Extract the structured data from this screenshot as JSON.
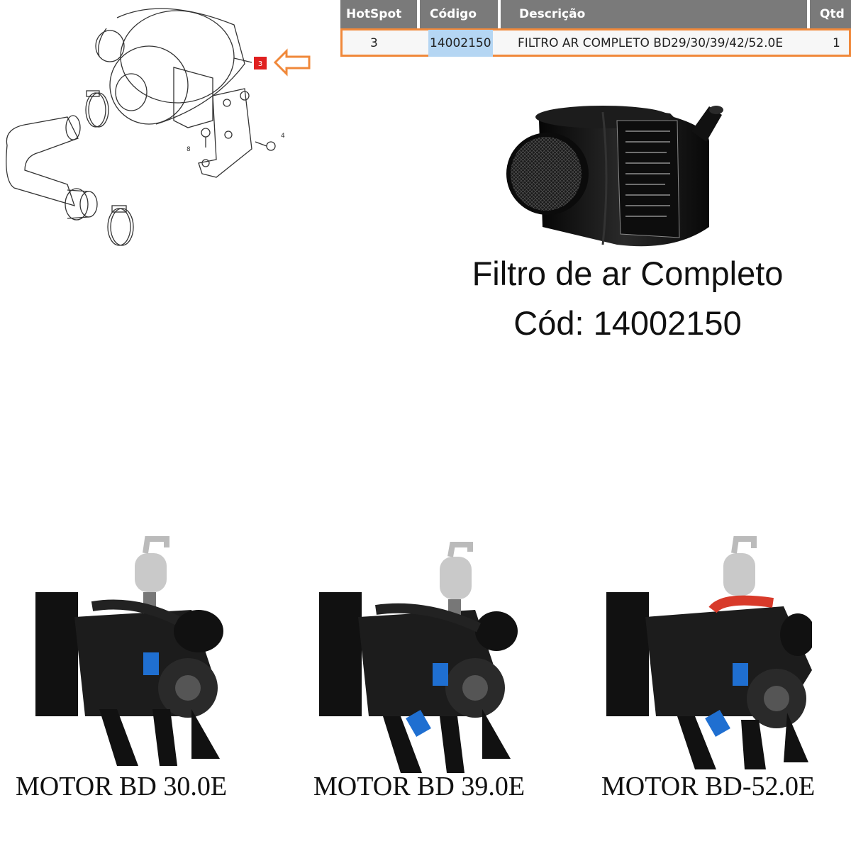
{
  "diagram": {
    "hotspot": "3",
    "callout_numbers": [
      "4",
      "8"
    ]
  },
  "table": {
    "headers": [
      "HotSpot",
      "Código",
      "Descrição",
      "Qtd"
    ],
    "row": {
      "hotspot": "3",
      "codigo": "14002150",
      "descricao": "FILTRO AR COMPLETO BD29/30/39/42/52.0E",
      "qtd": "1"
    },
    "highlight_color": "#f0883a"
  },
  "product": {
    "title": "Filtro de ar Completo",
    "code_line": "Cód: 14002150"
  },
  "engines": [
    {
      "label": "MOTOR BD 30.0E"
    },
    {
      "label": "MOTOR BD 39.0E"
    },
    {
      "label": "MOTOR BD-52.0E"
    }
  ]
}
